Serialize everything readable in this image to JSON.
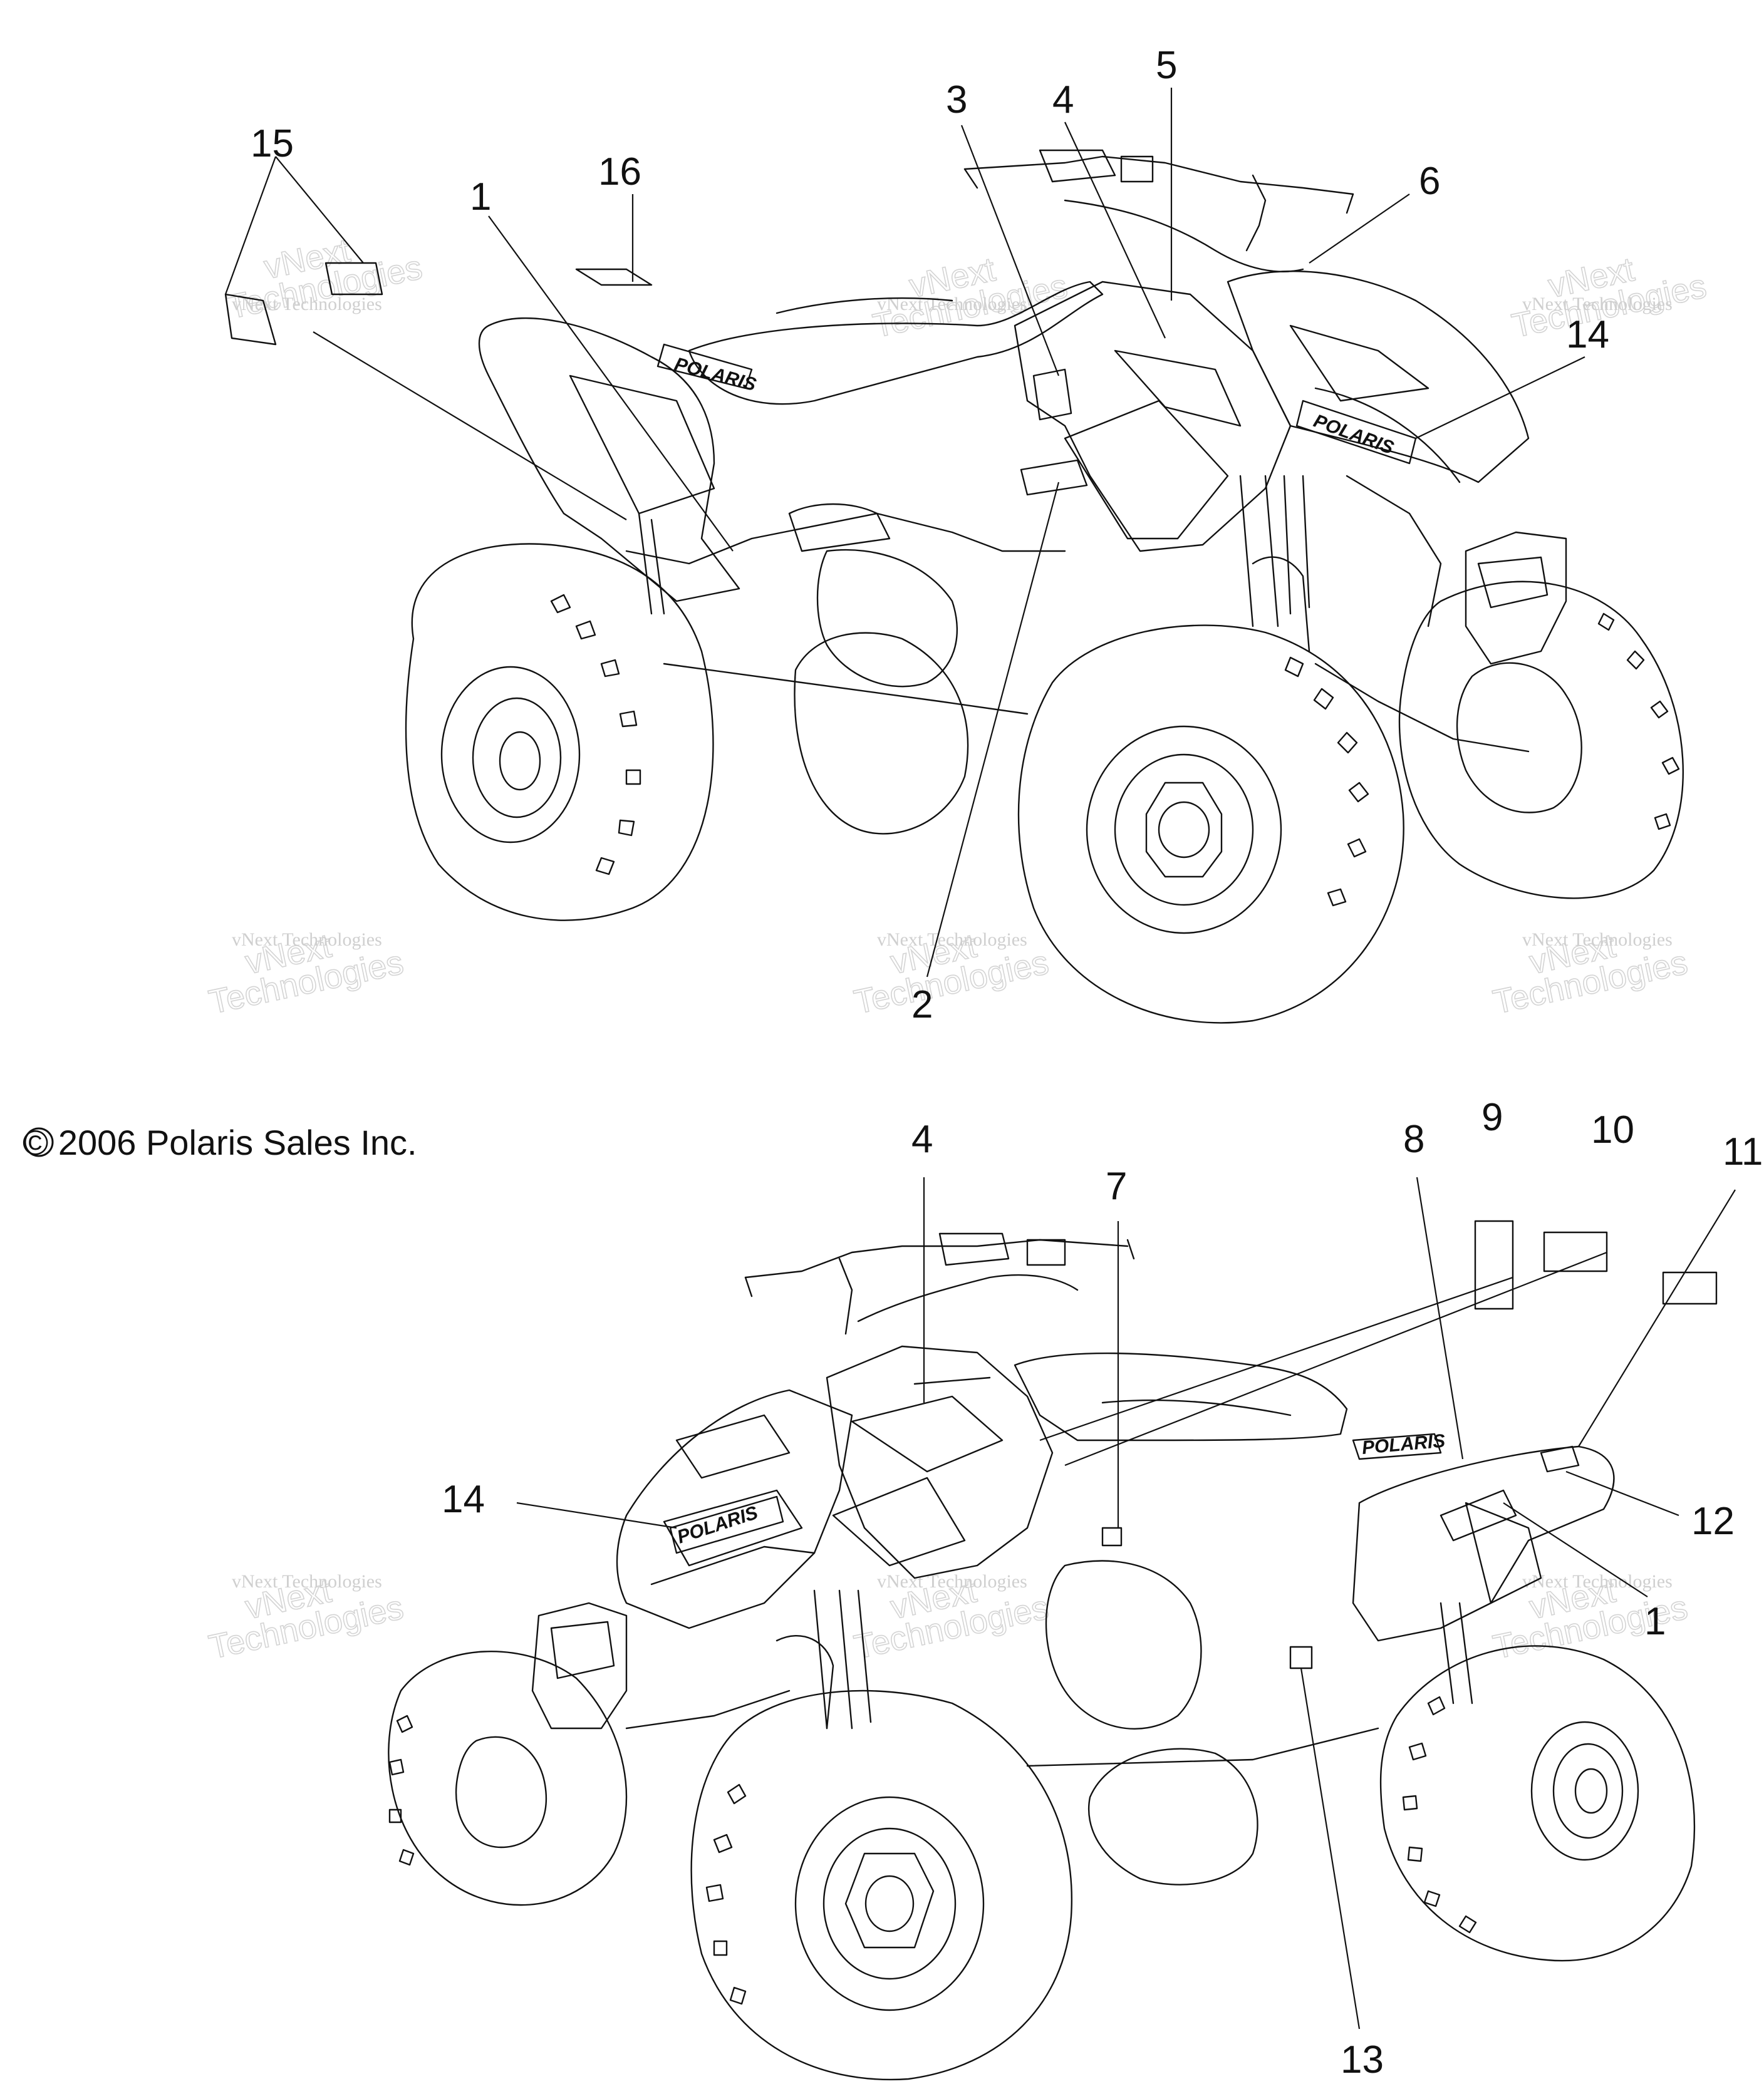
{
  "diagram": {
    "copyright": "© 2006 Polaris Sales Inc.",
    "brand_decal": "POLARIS",
    "watermark": {
      "line1": "vNext Technologies",
      "line2": "vNext",
      "line3": "Technologies"
    },
    "top_view": {
      "callouts": [
        "1",
        "2",
        "3",
        "4",
        "5",
        "6",
        "14",
        "15",
        "16"
      ]
    },
    "bottom_view": {
      "callouts": [
        "1",
        "4",
        "7",
        "8",
        "9",
        "10",
        "11",
        "12",
        "13",
        "14"
      ]
    }
  }
}
